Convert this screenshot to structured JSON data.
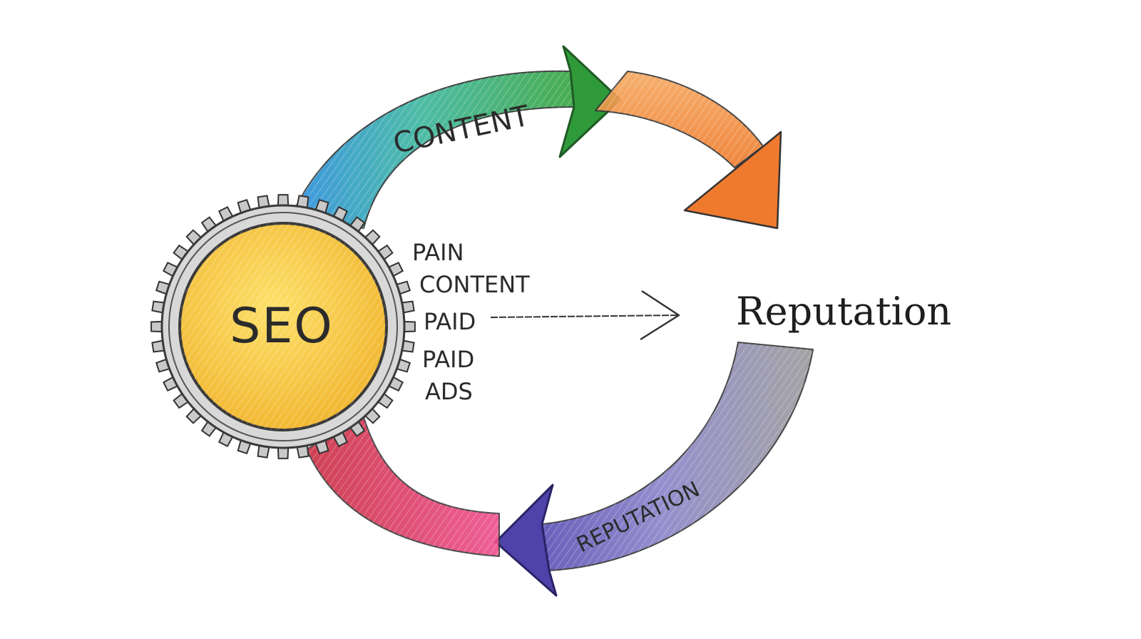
{
  "diagram": {
    "center_label": "SEO",
    "arc_top_label": "CONTENT",
    "arc_bottom_label": "REPUTATION",
    "target_label": "Reputation",
    "list_items": [
      {
        "text": "PAIN"
      },
      {
        "text": "CONTENT"
      },
      {
        "text": "PAID"
      },
      {
        "text": "PAID"
      },
      {
        "text": "ADS"
      }
    ],
    "colors": {
      "gear_fill": "#f4c430",
      "gear_outline": "#3a3a3a",
      "arc_blue": "#3d9be0",
      "arc_teal": "#3fb7a0",
      "arc_green": "#3aa642",
      "arc_orange": "#f08a3c",
      "arc_gray": "#8a8a8a",
      "arc_purple": "#6a5fc0",
      "arc_pink": "#e0306a"
    }
  }
}
